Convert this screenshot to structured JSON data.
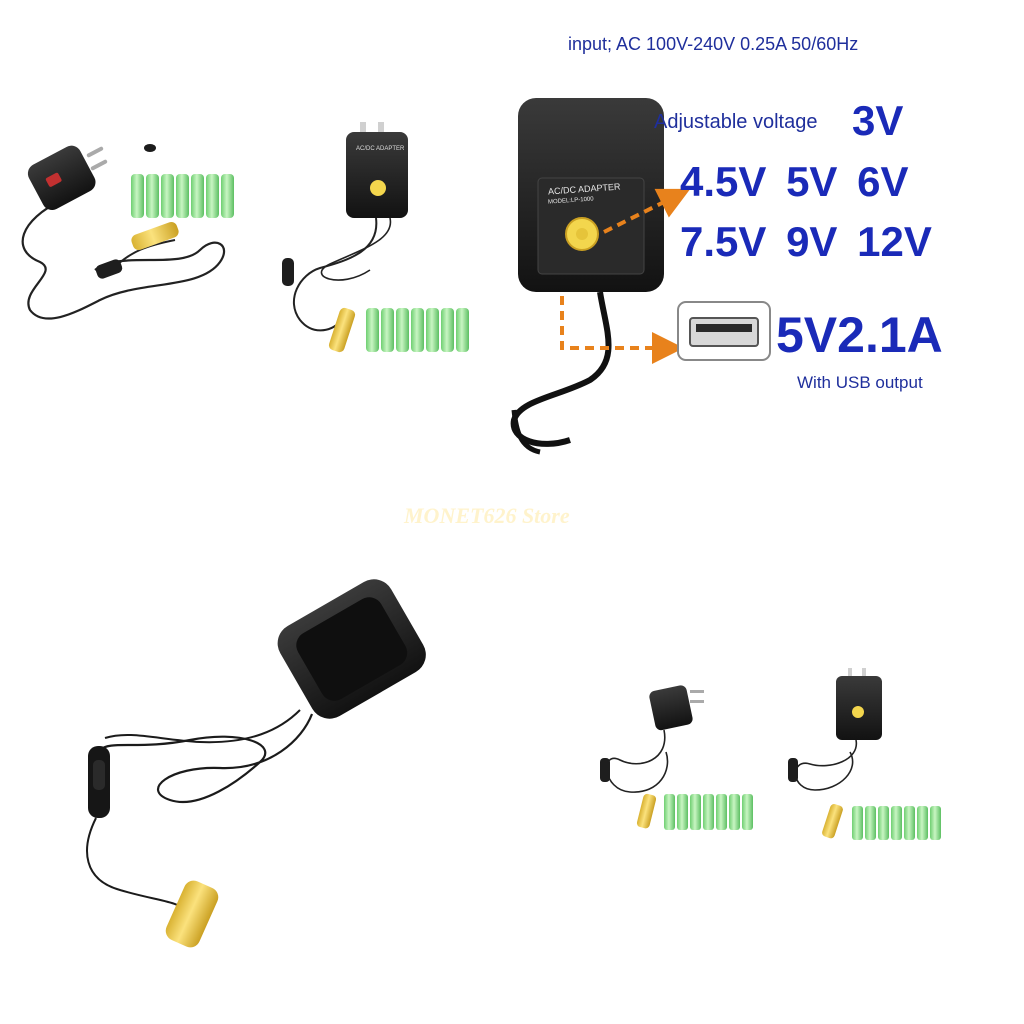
{
  "spec": {
    "input": "input; AC 100V-240V 0.25A 50/60Hz"
  },
  "voltage": {
    "label": "Adjustable voltage",
    "first": "3V",
    "row1": "4.5V 5V 6V",
    "row2": "7.5V 9V 12V"
  },
  "usb": {
    "output": "5V2.1A",
    "caption": "With USB output"
  },
  "adapter_label": {
    "title": "AC/DC ADAPTER",
    "model": "MODEL:LP-1000"
  },
  "store": {
    "watermark": "MONET626 Store"
  },
  "colors": {
    "text_blue": "#1a2ab8",
    "arrow_orange": "#e8821c",
    "battery_green": "#9fe59a",
    "battery_yellow": "#f2cf4a",
    "device_black": "#1b1b1b"
  }
}
